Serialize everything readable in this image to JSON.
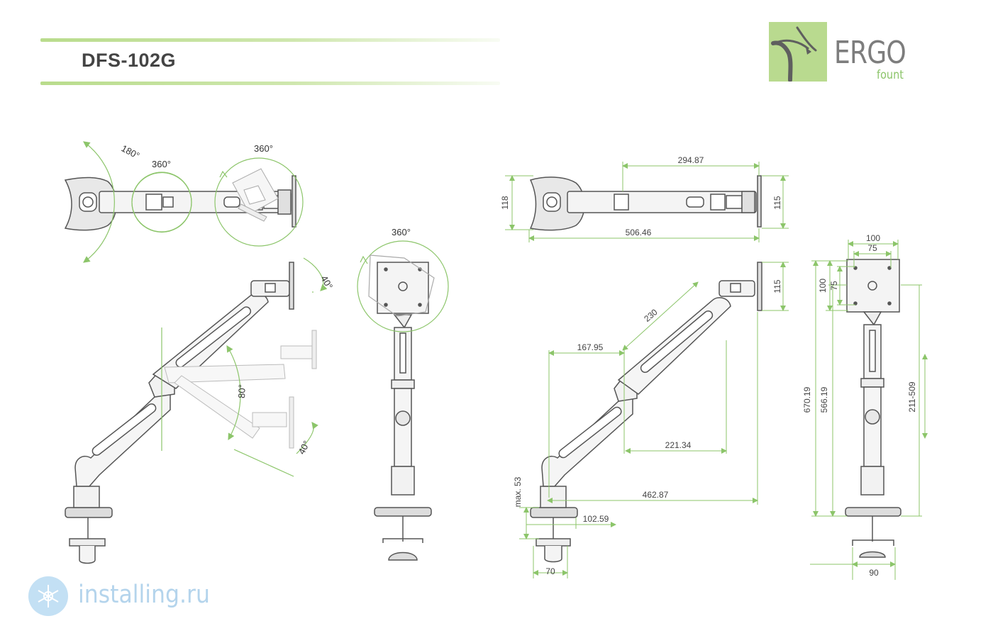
{
  "header": {
    "model": "DFS-102G"
  },
  "brand": {
    "logo_word": "ERGO",
    "logo_sub": "fount",
    "accent_color": "#8cc56a",
    "logo_green": "#b9da8f"
  },
  "watermark": {
    "text": "installing.ru",
    "icon": "gear-snowflake-icon"
  },
  "rotation_labels": {
    "arm_swing": "180°",
    "joint_rotation": "360°",
    "head_rotation": "360°",
    "vesa_rotation": "360°",
    "tilt_upper": "40°",
    "lift_range": "80°",
    "tilt_lower": "40°"
  },
  "dimensions": {
    "arm_segment": "294.87",
    "base_height": "118",
    "plate_height_top": "115",
    "total_reach": "506.46",
    "vesa_outer": "100",
    "vesa_inner": "75",
    "vesa_outer_v": "100",
    "vesa_inner_v": "75",
    "plate_height_side": "115",
    "upper_arm": "230",
    "forearm_offset": "167.95",
    "forearm_reach": "221.34",
    "max_reach": "462.87",
    "clamp_max": "max. 53",
    "base_offset": "102.59",
    "clamp_width": "70",
    "max_height": "670.19",
    "mid_height": "566.19",
    "height_range": "211-509",
    "clamp_depth": "90"
  }
}
